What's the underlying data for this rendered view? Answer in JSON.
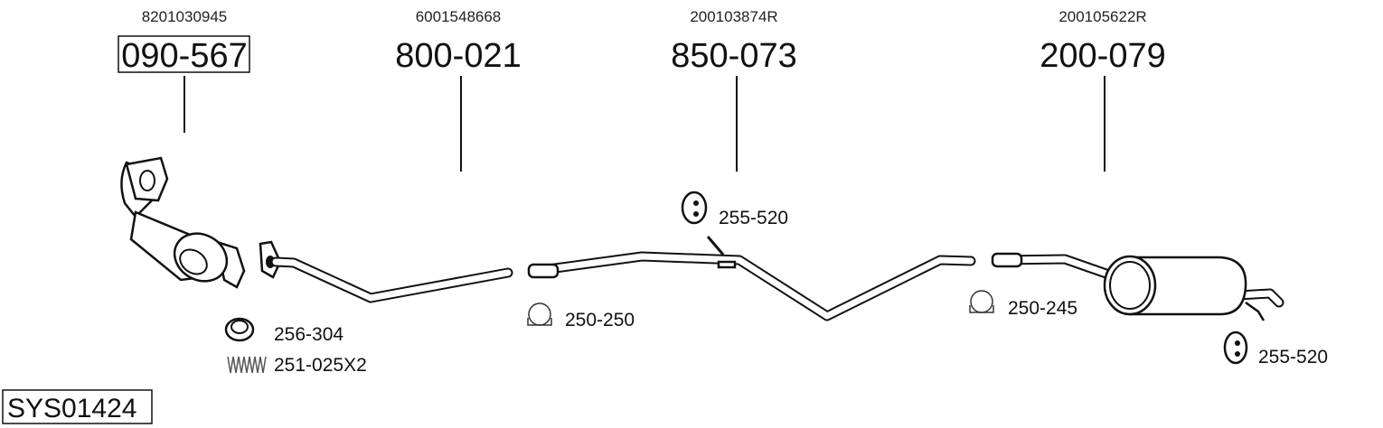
{
  "parts": [
    {
      "oem": "8201030945",
      "number": "090-567",
      "boxed": true
    },
    {
      "oem": "6001548668",
      "number": "800-021"
    },
    {
      "oem": "200103874R",
      "number": "850-073"
    },
    {
      "oem": "200105622R",
      "number": "200-079"
    }
  ],
  "accessories": [
    {
      "number": "255-520",
      "icon": "rubber-hanger-icon"
    },
    {
      "number": "256-304",
      "icon": "gasket-ring-icon"
    },
    {
      "number": "251-025X2",
      "icon": "spring-icon"
    },
    {
      "number": "250-250",
      "icon": "clamp-icon"
    },
    {
      "number": "250-245",
      "icon": "clamp-icon"
    },
    {
      "number": "255-520",
      "icon": "rubber-hanger-icon"
    }
  ],
  "system_id": "SYS01424"
}
